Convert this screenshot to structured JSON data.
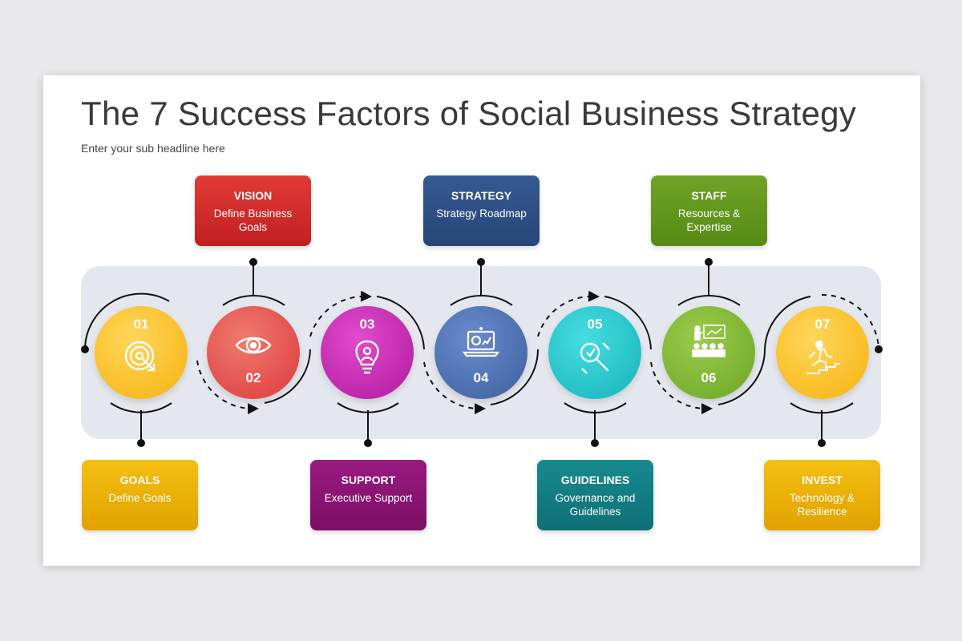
{
  "slide": {
    "title": "The 7 Success Factors of Social Business Strategy",
    "subtitle": "Enter your sub headline here"
  },
  "factors": [
    {
      "number": "01",
      "heading": "GOALS",
      "description": "Define Goals",
      "icon": "target-click-icon",
      "color": "#fbbf1f",
      "box_color": "#f0b400"
    },
    {
      "number": "02",
      "heading": "VISION",
      "description": "Define Business Goals",
      "icon": "eye-icon",
      "color": "#e6534e",
      "box_color": "#d9302b"
    },
    {
      "number": "03",
      "heading": "SUPPORT",
      "description": "Executive Support",
      "icon": "lightbulb-person-icon",
      "color": "#c52cae",
      "box_color": "#8a136f"
    },
    {
      "number": "04",
      "heading": "STRATEGY",
      "description": "Strategy Roadmap",
      "icon": "laptop-strategy-icon",
      "color": "#4a6ba8",
      "box_color": "#2e4f8a"
    },
    {
      "number": "05",
      "heading": "GUIDELINES",
      "description": "Governance and Guidelines",
      "icon": "magnifier-tools-icon",
      "color": "#1fc3c9",
      "box_color": "#137b7f"
    },
    {
      "number": "06",
      "heading": "STAFF",
      "description": "Resources & Expertise",
      "icon": "presentation-team-icon",
      "color": "#7fb231",
      "box_color": "#5f951c"
    },
    {
      "number": "07",
      "heading": "INVEST",
      "description": "Technology & Resilience",
      "icon": "climbing-stairs-icon",
      "color": "#fbbf1f",
      "box_color": "#f0b400"
    }
  ]
}
